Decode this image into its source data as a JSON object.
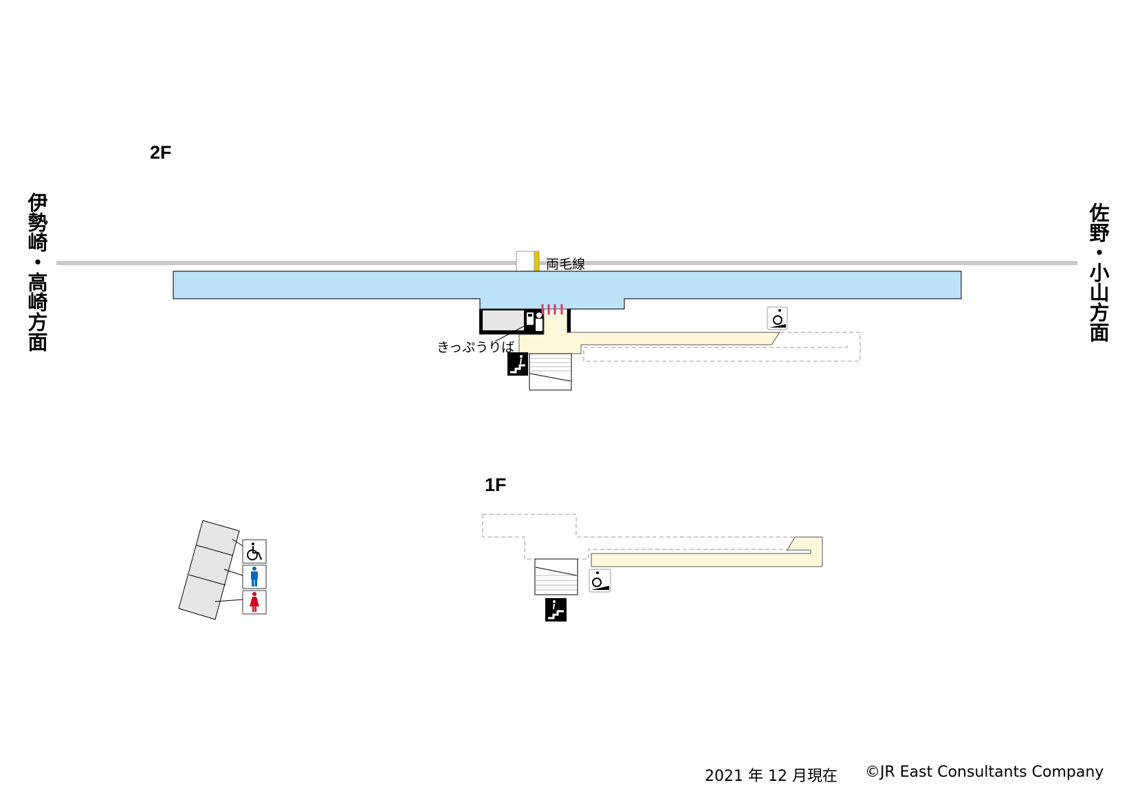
{
  "floors": {
    "upper": "2F",
    "lower": "1F"
  },
  "directions": {
    "left": "伊勢崎・高崎方面",
    "right": "佐野・小山方面"
  },
  "line": {
    "name": "両毛線",
    "color": "#e8c800"
  },
  "labels": {
    "ticket_office": "きっぷうりば"
  },
  "footer": {
    "date": "2021 年 12 月現在",
    "copyright": "©JR East Consultants Company"
  },
  "colors": {
    "platform": "#bde3f7",
    "concourse": "#fff9dc",
    "room": "#e6e6e6",
    "gate": "#e0357a",
    "men": "#0068b7",
    "women": "#d7001e"
  },
  "icons": [
    "ticket-machine-icon",
    "stairs-down-icon",
    "stairs-up-icon",
    "wheelchair-ramp-icon",
    "wheelchair-toilet-icon",
    "men-toilet-icon",
    "women-toilet-icon"
  ]
}
